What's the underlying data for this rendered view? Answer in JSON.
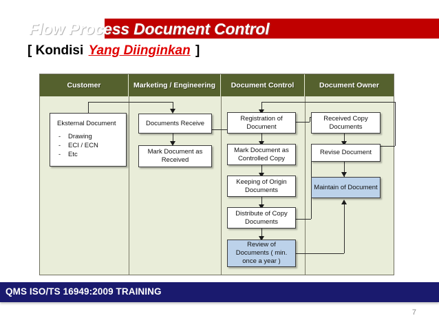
{
  "slide": {
    "title_prefix": "Flow Process Document Control",
    "subtitle_open": "[ Kondisi",
    "subtitle_highlight": "Yang Diinginkan",
    "subtitle_close": "]",
    "accent_red": "#C00000",
    "accent_highlight_red": "#E00000",
    "lane_header_green": "#55612E",
    "lane_body_bg": "#E9EDD9",
    "node_blue": "#BCD2EA",
    "footer_navy": "#1A1A6E"
  },
  "diagram": {
    "lanes": [
      {
        "label": "Customer"
      },
      {
        "label": "Marketing / Engineering"
      },
      {
        "label": "Document Control"
      },
      {
        "label": "Document Owner"
      }
    ],
    "nodes": {
      "eksternal_document": {
        "title": "Eksternal Document",
        "bullets": [
          "Drawing",
          "ECI / ECN",
          "Etc"
        ]
      },
      "documents_receive": {
        "label": "Documents Receive"
      },
      "mark_document_received": {
        "label": "Mark Document as Received"
      },
      "registration_of_document": {
        "label": "Registration of Document"
      },
      "mark_document_controlled_copy": {
        "label": "Mark Document as Controlled Copy"
      },
      "keeping_of_origin_documents": {
        "label": "Keeping of Origin Documents"
      },
      "distribute_of_copy_documents": {
        "label": "Distribute of Copy Documents"
      },
      "review_of_documents": {
        "label": "Review of Documents ( min. once a year )"
      },
      "received_copy_documents": {
        "label": "Received Copy Documents"
      },
      "revise_document": {
        "label": "Revise Document"
      },
      "maintain_of_document": {
        "label": "Maintain of Document"
      }
    }
  },
  "footer": {
    "text": "QMS ISO/TS 16949:2009 TRAINING",
    "page_number": "7"
  }
}
